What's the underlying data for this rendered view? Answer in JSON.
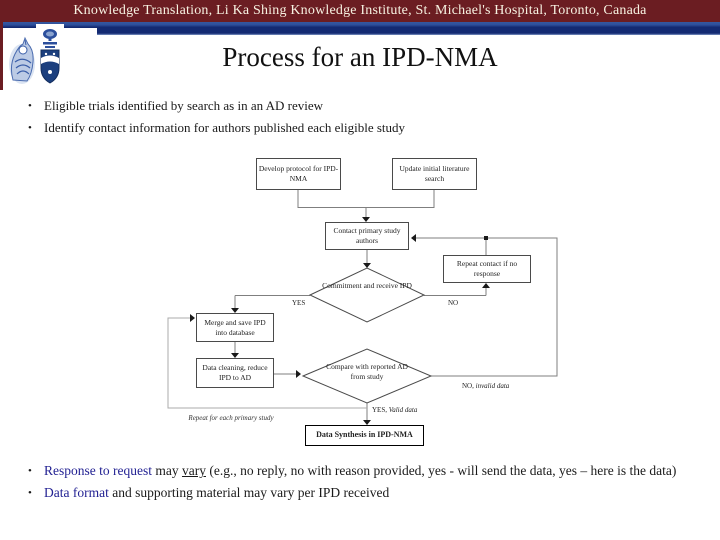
{
  "header": {
    "bar_text": "Knowledge Translation, Li Ka Shing Knowledge Institute, St. Michael's Hospital, Toronto, Canada"
  },
  "title": "Process for an IPD-NMA",
  "glyphs": {
    "bullet": "•"
  },
  "bullets_top": [
    "Eligible trials identified by search as in an AD review",
    "Identify contact information for authors published each eligible study"
  ],
  "bullets_bottom": {
    "b1": {
      "highlight": "Response to request",
      "mid": " may ",
      "underlined": "vary",
      "rest": " (e.g., no reply, no with reason provided, yes - will send the data, yes – here is the data)"
    },
    "b2": {
      "highlight": "Data format",
      "rest": " and supporting material may vary per IPD received"
    }
  },
  "diagram": {
    "boxes": [
      {
        "label": "Develop protocol for IPD-NMA"
      },
      {
        "label": "Update initial literature search"
      },
      {
        "label": "Contact primary study authors"
      },
      {
        "label": "Repeat contact if no response"
      },
      {
        "label": "Merge and save IPD into database"
      },
      {
        "label": "Data cleaning, reduce IPD to AD"
      },
      {
        "label": "Data Synthesis in IPD-NMA"
      }
    ],
    "diamonds": [
      {
        "label": "Commitment and receive IPD"
      },
      {
        "label": "Compare with reported AD from study"
      }
    ],
    "labels": {
      "yes": "YES",
      "no": "NO",
      "no_invalid_prefix": "NO, ",
      "no_invalid_italic": "invalid data",
      "yes_valid_prefix": "YES, ",
      "yes_valid_italic": "Valid data",
      "repeat_note": "Repeat for each primary study"
    }
  },
  "colors": {
    "header_bar": "#6b1d22",
    "blue_bar": "#132a72",
    "accent_text": "#232293",
    "line": "#7f7f7f"
  }
}
